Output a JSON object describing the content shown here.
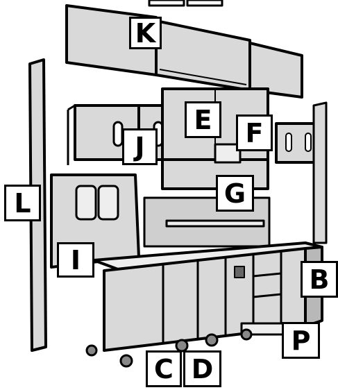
{
  "colors": {
    "panel": "#d9d9d9",
    "panel_dark": "#b8b8b8",
    "outline": "#000000",
    "background": "#ffffff",
    "label_text": "#000000"
  },
  "labels": {
    "K": "K",
    "E": "E",
    "F": "F",
    "J": "J",
    "G": "G",
    "L": "L",
    "I": "I",
    "B": "B",
    "P": "P",
    "C": "C",
    "D": "D"
  }
}
